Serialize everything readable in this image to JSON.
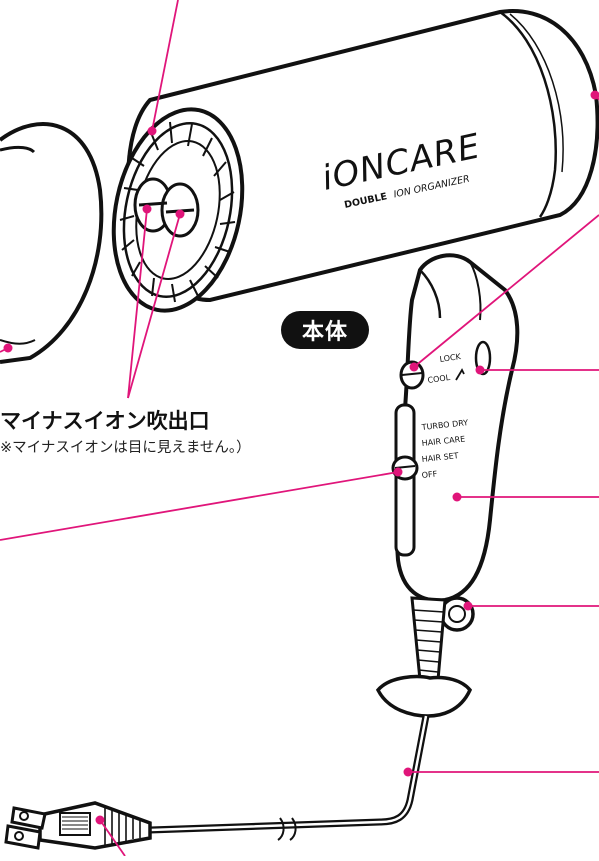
{
  "labels": {
    "ion_outlet": "マイナスイオン吹出口",
    "ion_note": "※マイナスイオンは目に見えません。）",
    "main_unit_badge": "本体"
  },
  "product": {
    "brand": "iONCARE",
    "sub_brand_bold": "DOUBLE",
    "sub_brand_rest": "ION ORGANIZER"
  },
  "controls": {
    "lock_label": "LOCK",
    "cool_label": "COOL",
    "mode_options": [
      "TURBO DRY",
      "HAIR CARE",
      "HAIR SET",
      "OFF"
    ]
  },
  "colors": {
    "leader_line": "#e0157a",
    "ink": "#111111",
    "badge_bg": "#111111"
  }
}
